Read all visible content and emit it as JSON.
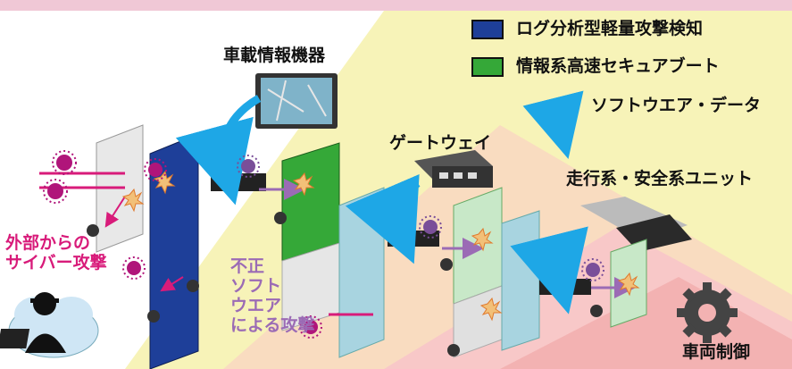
{
  "legend": {
    "detection_label": "ログ分析型軽量攻撃検知",
    "boot_label": "情報系高速セキュアブート",
    "update_label": "ソフトウエア・データ",
    "detection_color": "#1e3f99",
    "boot_color": "#35a838",
    "update_color": "#1ea7e6"
  },
  "labels": {
    "infotainment": "車載情報機器",
    "gateway": "ゲートウェイ",
    "drive_units": "走行系・安全系ユニット",
    "vehicle_control": "車両制御",
    "external_attack_line1": "外部からの",
    "external_attack_line2": "サイバー攻撃",
    "malware_line1": "不正",
    "malware_line2": "ソフト",
    "malware_line3": "ウエア",
    "malware_line4": "による攻撃"
  },
  "icons": {
    "attacker": "hacker-icon",
    "virus": "virus-icon",
    "gear": "gear-icon",
    "update_arrow": "curved-arrow-icon"
  }
}
